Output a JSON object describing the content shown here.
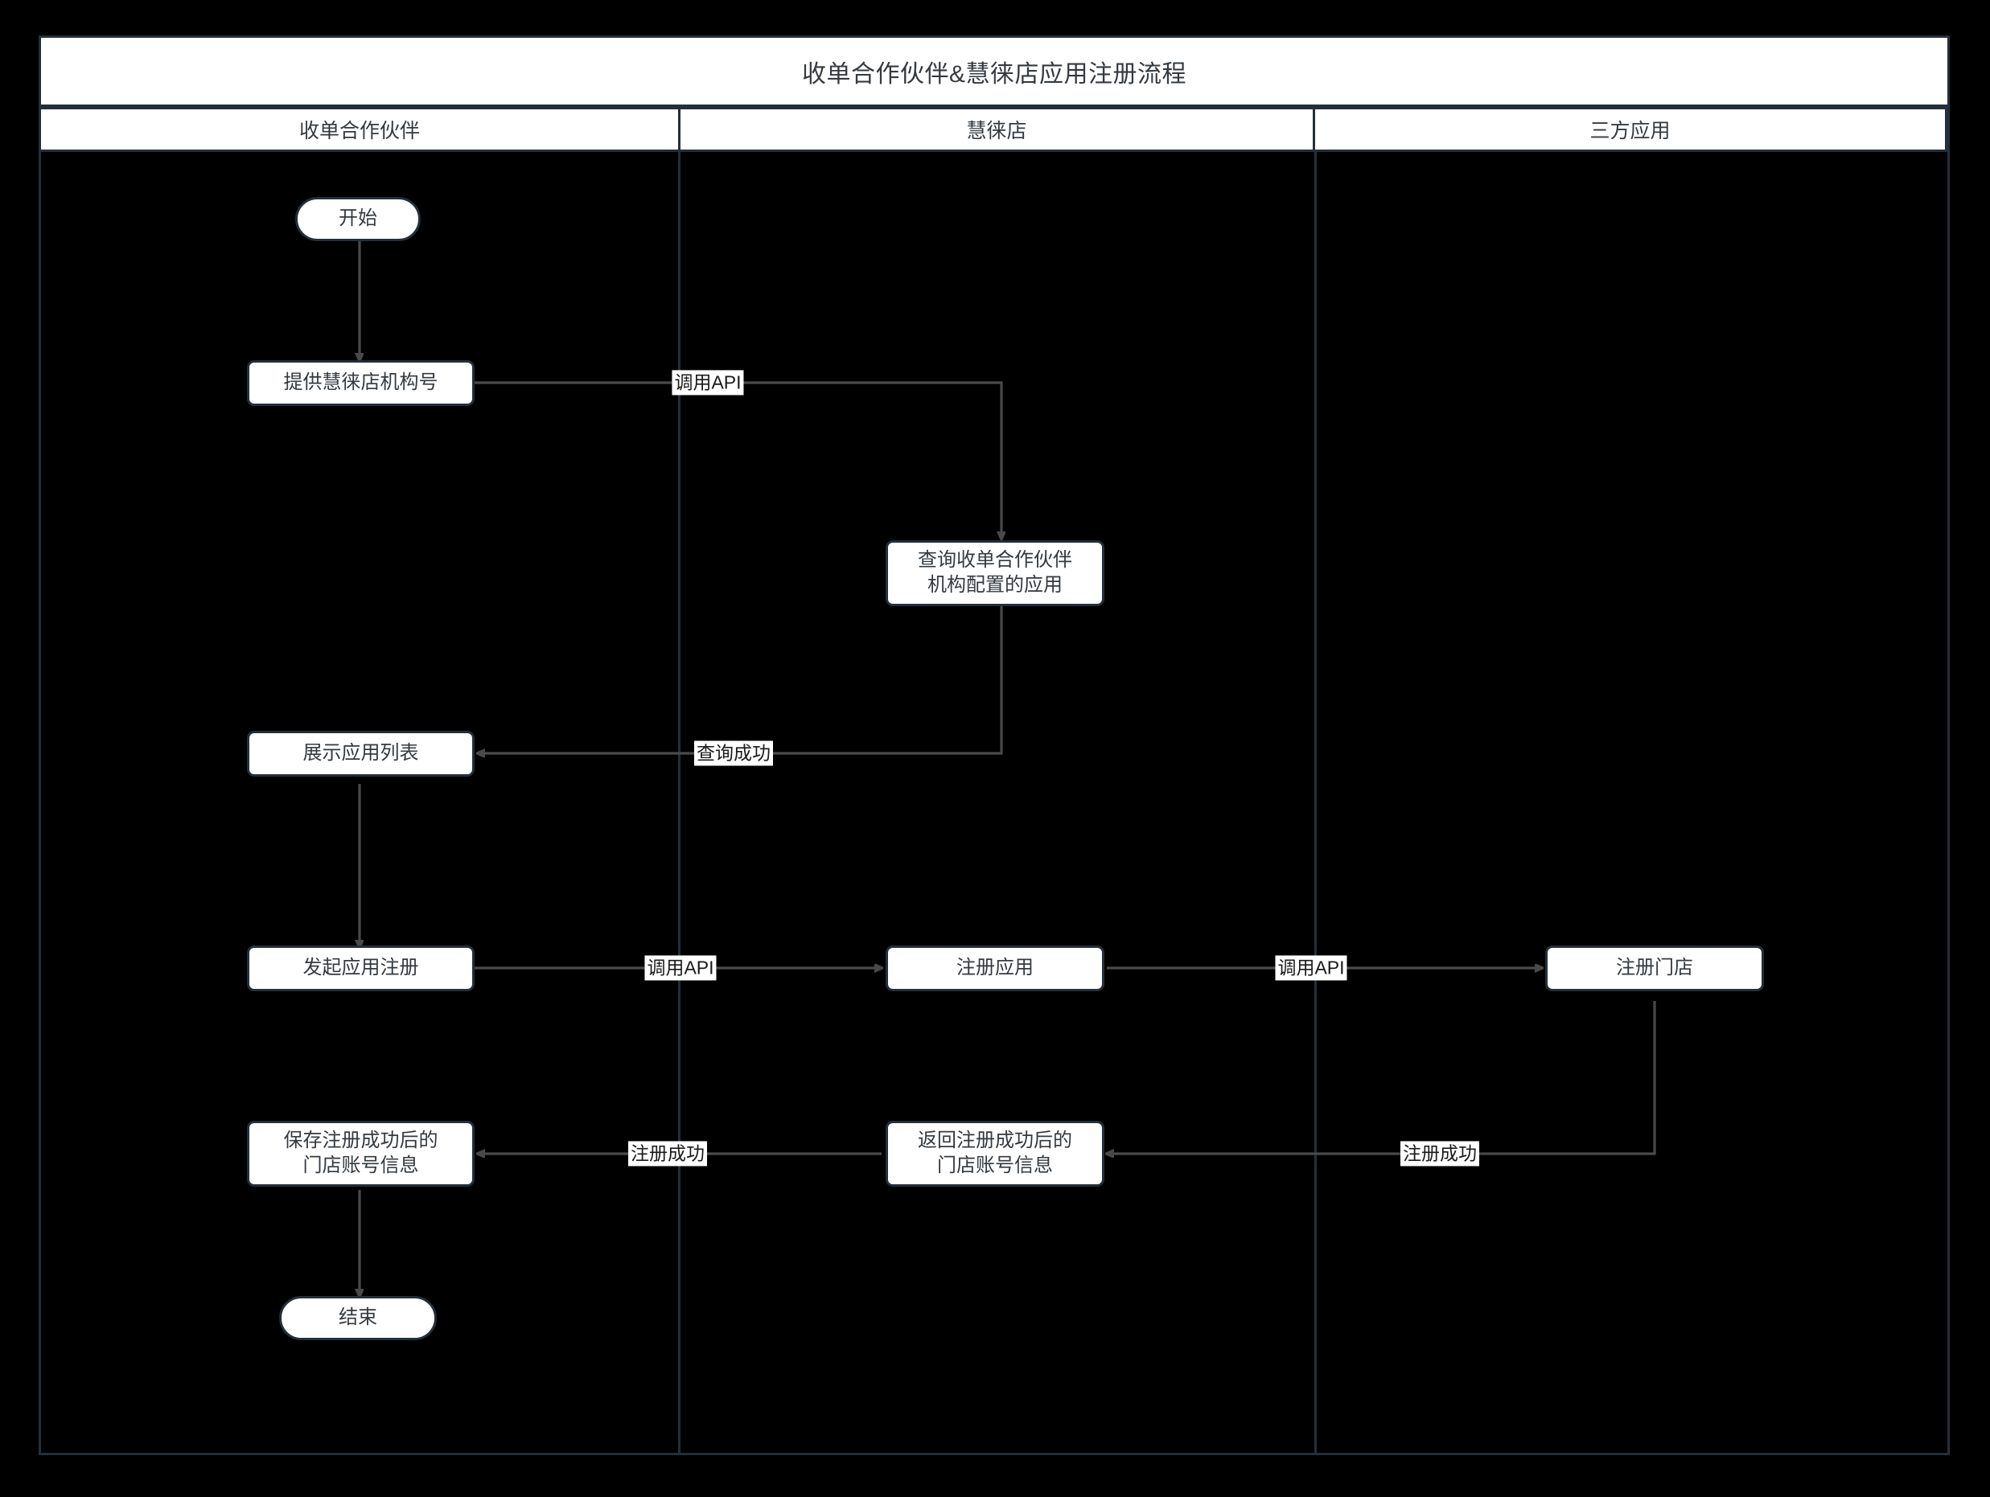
{
  "diagram": {
    "title": "收单合作伙伴&慧徕店应用注册流程",
    "type": "swimlane-flowchart",
    "lanes": [
      {
        "id": "lane-acquirer",
        "label": "收单合作伙伴"
      },
      {
        "id": "lane-huilaidian",
        "label": "慧徕店"
      },
      {
        "id": "lane-thirdparty",
        "label": "三方应用"
      }
    ],
    "nodes": [
      {
        "id": "start",
        "lane": "lane-acquirer",
        "shape": "terminator",
        "label": "开始"
      },
      {
        "id": "provide-org",
        "lane": "lane-acquirer",
        "shape": "process",
        "label": "提供慧徕店机构号"
      },
      {
        "id": "query-apps",
        "lane": "lane-huilaidian",
        "shape": "process",
        "label": "查询收单合作伙伴\n机构配置的应用"
      },
      {
        "id": "show-list",
        "lane": "lane-acquirer",
        "shape": "process",
        "label": "展示应用列表"
      },
      {
        "id": "init-reg",
        "lane": "lane-acquirer",
        "shape": "process",
        "label": "发起应用注册"
      },
      {
        "id": "reg-app",
        "lane": "lane-huilaidian",
        "shape": "process",
        "label": "注册应用"
      },
      {
        "id": "reg-store",
        "lane": "lane-thirdparty",
        "shape": "process",
        "label": "注册门店"
      },
      {
        "id": "return-info",
        "lane": "lane-huilaidian",
        "shape": "process",
        "label": "返回注册成功后的\n门店账号信息"
      },
      {
        "id": "save-info",
        "lane": "lane-acquirer",
        "shape": "process",
        "label": "保存注册成功后的\n门店账号信息"
      },
      {
        "id": "end",
        "lane": "lane-acquirer",
        "shape": "terminator",
        "label": "结束"
      }
    ],
    "edges": [
      {
        "id": "e-start-provide",
        "from": "start",
        "to": "provide-org",
        "label": ""
      },
      {
        "id": "e-provide-query",
        "from": "provide-org",
        "to": "query-apps",
        "label": "调用API"
      },
      {
        "id": "e-query-show",
        "from": "query-apps",
        "to": "show-list",
        "label": "查询成功"
      },
      {
        "id": "e-show-init",
        "from": "show-list",
        "to": "init-reg",
        "label": ""
      },
      {
        "id": "e-init-regapp",
        "from": "init-reg",
        "to": "reg-app",
        "label": "调用API"
      },
      {
        "id": "e-regapp-regstore",
        "from": "reg-app",
        "to": "reg-store",
        "label": "调用API"
      },
      {
        "id": "e-regstore-return",
        "from": "reg-store",
        "to": "return-info",
        "label": "注册成功"
      },
      {
        "id": "e-return-save",
        "from": "return-info",
        "to": "save-info",
        "label": "注册成功"
      },
      {
        "id": "e-save-end",
        "from": "save-info",
        "to": "end",
        "label": ""
      }
    ],
    "colors": {
      "canvas": "#000000",
      "node_fill": "#ffffff",
      "node_border": "#232f3a",
      "lane_border": "#232f3a",
      "edge": "#4a4a4a",
      "text": "#333a40",
      "label_text": "#1a1a1a",
      "label_fill": "#ffffff"
    }
  }
}
